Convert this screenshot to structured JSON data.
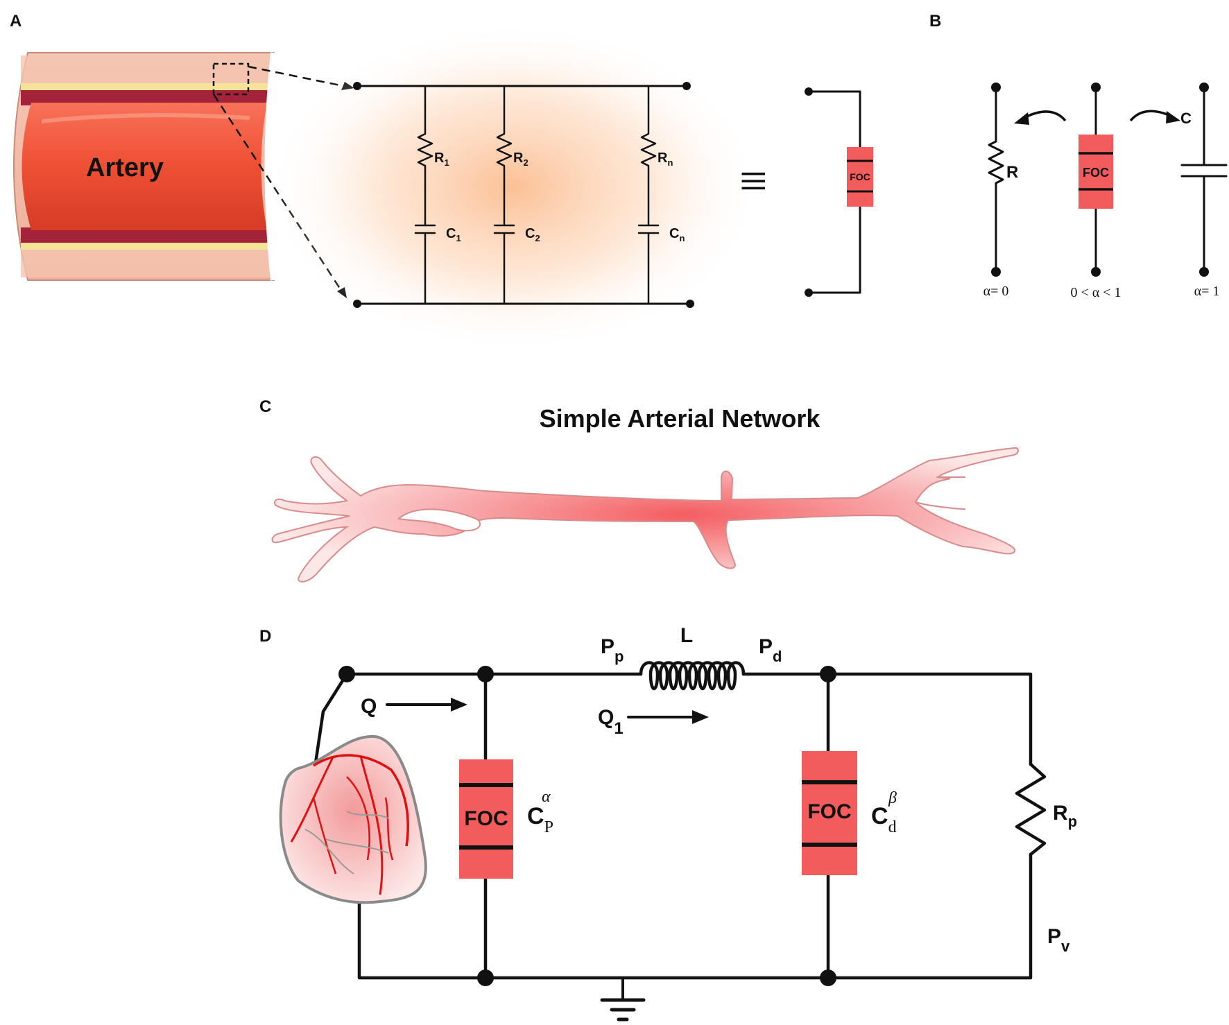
{
  "panels": {
    "a": {
      "label": "A",
      "artery_label": "Artery",
      "branches": [
        {
          "r_main": "R",
          "r_sub": "1",
          "c_main": "C",
          "c_sub": "1"
        },
        {
          "r_main": "R",
          "r_sub": "2",
          "c_main": "C",
          "c_sub": "2"
        },
        {
          "r_main": "R",
          "r_sub": "n",
          "c_main": "C",
          "c_sub": "n"
        }
      ],
      "equivalence_symbol": "≡",
      "foc_label": "FOC"
    },
    "b": {
      "label": "B",
      "resistor_label": "R",
      "capacitor_label": "C",
      "foc_label": "FOC",
      "alpha_zero": "α= 0",
      "alpha_mid": "0 < α < 1",
      "alpha_one": "α= 1"
    },
    "c": {
      "label": "C",
      "title": "Simple Arterial Network"
    },
    "d": {
      "label": "D",
      "q_label": "Q",
      "q1_main": "Q",
      "q1_sub": "1",
      "pp_main": "P",
      "pp_sub": "p",
      "pd_main": "P",
      "pd_sub": "d",
      "l_label": "L",
      "foc_left": "FOC",
      "foc_right": "FOC",
      "cp_main": "C",
      "cp_sub": "P",
      "cp_sup": "α",
      "cd_main": "C",
      "cd_sub": "d",
      "cd_sup": "β",
      "rp_main": "R",
      "rp_sub": "p",
      "pv_main": "P",
      "pv_sub": "v"
    }
  },
  "colors": {
    "foc_fill": "#f25c5c",
    "artery_red": "#e8452e",
    "vessel_pink": "#f4a2a2",
    "glow": "#fbc79d",
    "wire": "#111111"
  }
}
